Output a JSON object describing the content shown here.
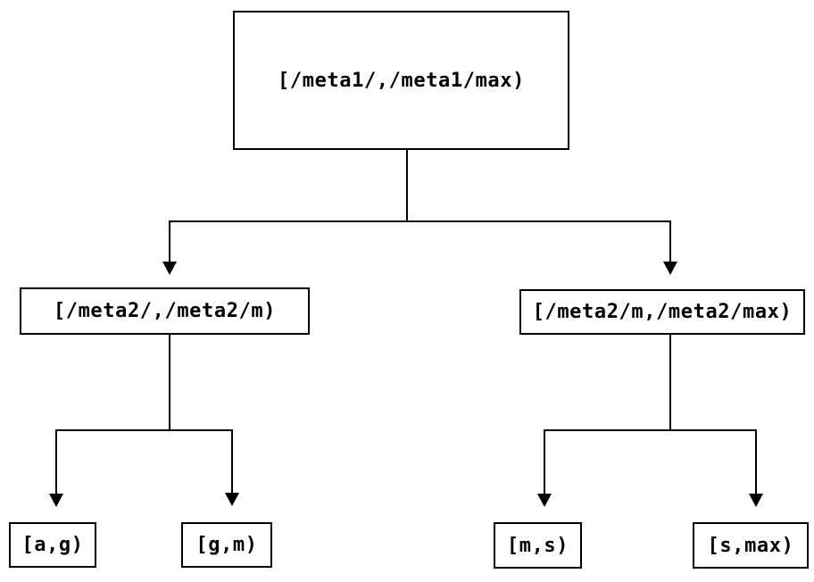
{
  "colors": {
    "stroke": "#000000",
    "fill": "#ffffff",
    "text": "#000000"
  },
  "tree": {
    "nodes": {
      "root": {
        "label": "[/meta1/,/meta1/max)"
      },
      "level2_left": {
        "label": "[/meta2/,/meta2/m)"
      },
      "level2_right": {
        "label": "[/meta2/m,/meta2/max)"
      },
      "leaf_ag": {
        "label": "[a,g)"
      },
      "leaf_gm": {
        "label": "[g,m)"
      },
      "leaf_ms": {
        "label": "[m,s)"
      },
      "leaf_smax": {
        "label": "[s,max)"
      }
    },
    "edges": [
      {
        "from": "root",
        "to": "level2_left"
      },
      {
        "from": "root",
        "to": "level2_right"
      },
      {
        "from": "level2_left",
        "to": "leaf_ag"
      },
      {
        "from": "level2_left",
        "to": "leaf_gm"
      },
      {
        "from": "level2_right",
        "to": "leaf_ms"
      },
      {
        "from": "level2_right",
        "to": "leaf_smax"
      }
    ]
  }
}
